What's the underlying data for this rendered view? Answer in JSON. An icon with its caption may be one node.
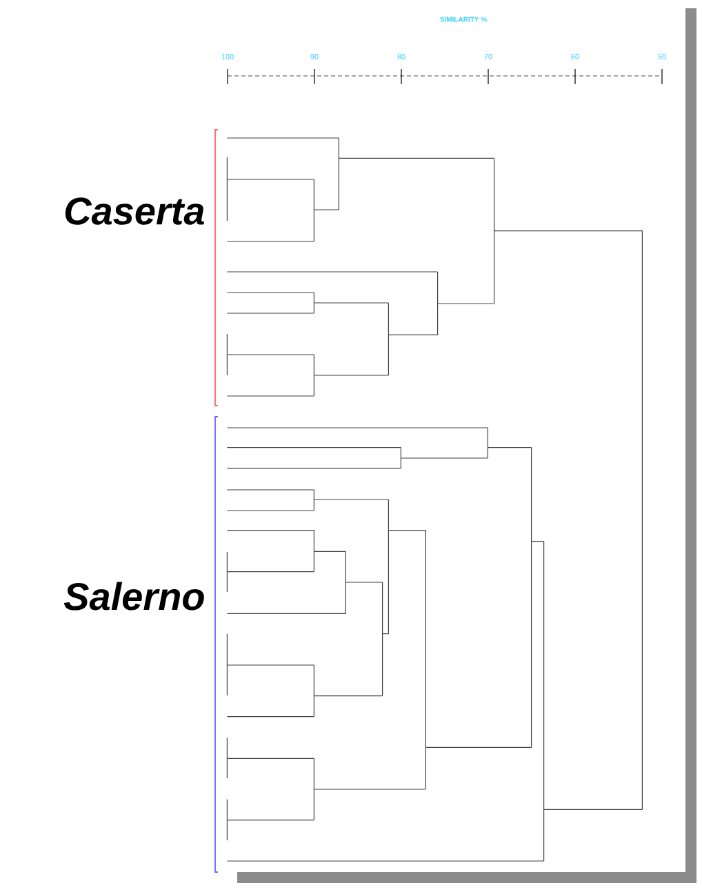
{
  "diagram": {
    "labels": [
      "SIMILARITY %",
      "100",
      "90",
      "80",
      "70",
      "60",
      "50",
      "Caserta",
      "Salerno"
    ]
  }
}
